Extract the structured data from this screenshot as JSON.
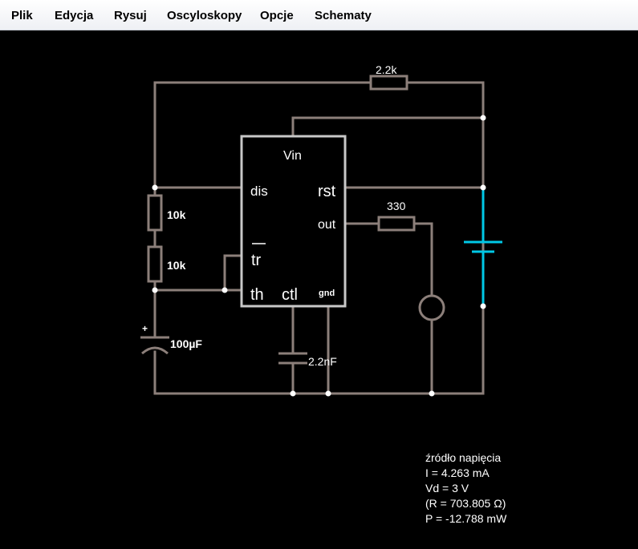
{
  "menu": {
    "items": [
      "Plik",
      "Edycja",
      "Rysuj",
      "Oscyloskopy",
      "Opcje",
      "Schematy"
    ]
  },
  "circuit": {
    "components": {
      "r_top": "2.2k",
      "r_upper": "10k",
      "r_lower": "10k",
      "r_out": "330",
      "cap_timing": "100µF",
      "cap_plus": "+",
      "cap_ctl": "2.2nF"
    },
    "chip": {
      "vin": "Vin",
      "dis": "dis",
      "rst": "rst",
      "out": "out",
      "tr": "tr",
      "th": "th",
      "ctl": "ctl",
      "gnd": "gnd"
    }
  },
  "info": {
    "title": "źródło napięcia",
    "current": "I = 4.263 mA",
    "voltage": "Vd = 3 V",
    "resistance": "(R = 703.805 Ω)",
    "power": "P = -12.788 mW"
  },
  "colors": {
    "wire": "#8c7f7a",
    "chip": "#c8c8c8",
    "battery": "#00c8e6",
    "background": "#000000"
  }
}
